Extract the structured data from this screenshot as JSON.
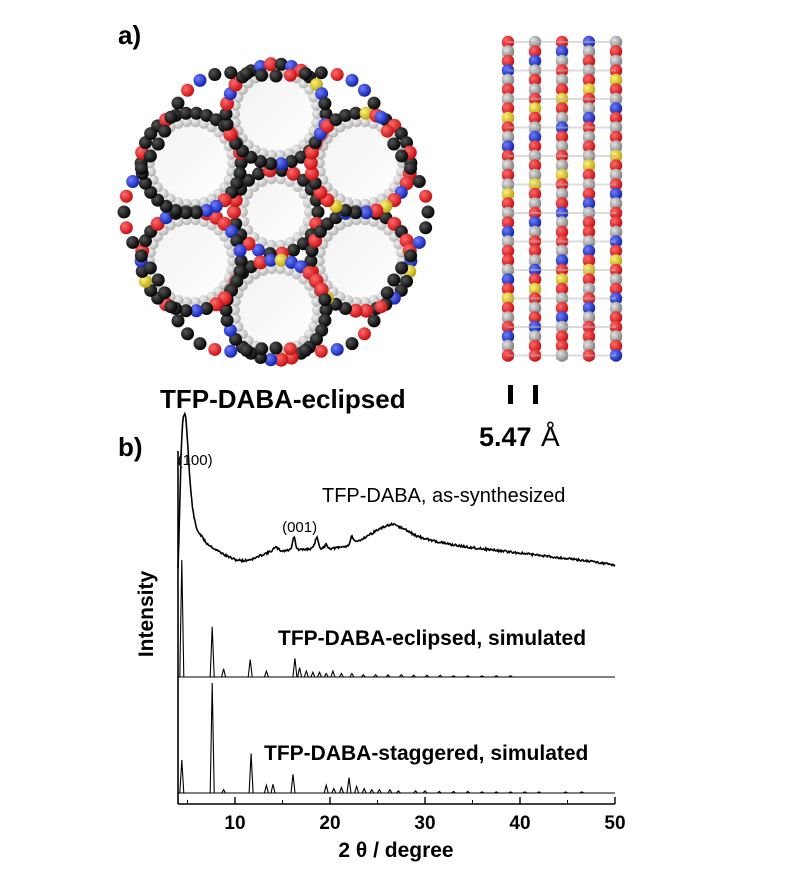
{
  "panel_a": {
    "label": "a)",
    "structure_caption": "TFP-DABA-eclipsed",
    "spacing_value": "5.47",
    "spacing_unit": "Å",
    "atom_colors": {
      "carbon": "#111111",
      "oxygen": "#e8161b",
      "nitrogen": "#1a2fd6",
      "sulfur": "#d8c31a",
      "hydrogen": "#9a9a9a"
    }
  },
  "panel_b": {
    "label": "b)"
  },
  "chart_data": {
    "type": "line",
    "title": "",
    "xlabel": "2 θ / degree",
    "ylabel": "Intensity",
    "xlim": [
      4,
      50
    ],
    "x_ticks": [
      "10",
      "20",
      "30",
      "40",
      "50"
    ],
    "x_tick_values": [
      10,
      20,
      30,
      40,
      50
    ],
    "y_ticks": [],
    "grid": false,
    "legend": "none",
    "series": [
      {
        "name": "TFP-DABA, as-synthesized",
        "kind": "measured",
        "baseline_points": [
          [
            4,
            0.95
          ],
          [
            4.35,
            0.1
          ],
          [
            4.5,
            0.0
          ],
          [
            4.8,
            0.06
          ],
          [
            5.2,
            0.3
          ],
          [
            6,
            0.5
          ],
          [
            7,
            0.62
          ],
          [
            8,
            0.68
          ],
          [
            9,
            0.73
          ],
          [
            10,
            0.77
          ],
          [
            11,
            0.78
          ],
          [
            12,
            0.76
          ],
          [
            13,
            0.72
          ],
          [
            14,
            0.69
          ],
          [
            15,
            0.69
          ],
          [
            16,
            0.68
          ],
          [
            17,
            0.68
          ],
          [
            18,
            0.67
          ],
          [
            19,
            0.67
          ],
          [
            20,
            0.67
          ],
          [
            21,
            0.66
          ],
          [
            22,
            0.64
          ],
          [
            23,
            0.6
          ],
          [
            24,
            0.55
          ],
          [
            25,
            0.5
          ],
          [
            26,
            0.46
          ],
          [
            26.5,
            0.45
          ],
          [
            27,
            0.46
          ],
          [
            28,
            0.5
          ],
          [
            29,
            0.55
          ],
          [
            30,
            0.58
          ],
          [
            32,
            0.62
          ],
          [
            34,
            0.65
          ],
          [
            36,
            0.67
          ],
          [
            38,
            0.69
          ],
          [
            40,
            0.71
          ],
          [
            42,
            0.73
          ],
          [
            44,
            0.75
          ],
          [
            46,
            0.77
          ],
          [
            48,
            0.79
          ],
          [
            50,
            0.82
          ]
        ],
        "peaks": [
          [
            4.75,
            0.6,
            0.4
          ],
          [
            14.3,
            0.03,
            0.25
          ],
          [
            16.2,
            0.12,
            0.15
          ],
          [
            18.6,
            0.1,
            0.18
          ],
          [
            19.6,
            0.04,
            0.15
          ],
          [
            22.3,
            0.07,
            0.15
          ]
        ],
        "annotations": [
          {
            "text": "(100)",
            "x": 4.75
          },
          {
            "text": "(001)",
            "x": 16.2
          }
        ]
      },
      {
        "name": "TFP-DABA-eclipsed, simulated",
        "kind": "simulated",
        "peaks": [
          [
            4.4,
            1.0
          ],
          [
            7.6,
            0.43
          ],
          [
            8.8,
            0.07
          ],
          [
            11.6,
            0.15
          ],
          [
            13.3,
            0.05
          ],
          [
            16.3,
            0.16
          ],
          [
            16.8,
            0.08
          ],
          [
            17.5,
            0.05
          ],
          [
            18.2,
            0.04
          ],
          [
            18.9,
            0.04
          ],
          [
            19.6,
            0.03
          ],
          [
            20.3,
            0.05
          ],
          [
            21.2,
            0.03
          ],
          [
            22.3,
            0.03
          ],
          [
            23.5,
            0.02
          ],
          [
            24.8,
            0.02
          ],
          [
            26.1,
            0.02
          ],
          [
            27.5,
            0.02
          ],
          [
            28.8,
            0.015
          ],
          [
            30.2,
            0.015
          ],
          [
            31.6,
            0.015
          ],
          [
            33.0,
            0.01
          ],
          [
            34.5,
            0.01
          ],
          [
            36.0,
            0.01
          ],
          [
            37.5,
            0.01
          ],
          [
            39.0,
            0.01
          ]
        ]
      },
      {
        "name": "TFP-DABA-staggered, simulated",
        "kind": "simulated",
        "peaks": [
          [
            4.4,
            0.3
          ],
          [
            7.6,
            1.0
          ],
          [
            8.8,
            0.03
          ],
          [
            11.7,
            0.36
          ],
          [
            13.3,
            0.07
          ],
          [
            14.0,
            0.08
          ],
          [
            16.1,
            0.17
          ],
          [
            19.6,
            0.07
          ],
          [
            20.4,
            0.04
          ],
          [
            21.2,
            0.05
          ],
          [
            22.0,
            0.14
          ],
          [
            22.8,
            0.06
          ],
          [
            23.6,
            0.04
          ],
          [
            24.4,
            0.03
          ],
          [
            25.2,
            0.03
          ],
          [
            26.3,
            0.03
          ],
          [
            27.2,
            0.02
          ],
          [
            29.0,
            0.02
          ],
          [
            30.0,
            0.02
          ],
          [
            31.5,
            0.015
          ],
          [
            33.0,
            0.015
          ],
          [
            34.5,
            0.015
          ],
          [
            36.0,
            0.01
          ],
          [
            37.5,
            0.01
          ],
          [
            39.0,
            0.01
          ],
          [
            40.5,
            0.01
          ],
          [
            42.0,
            0.01
          ],
          [
            44.8,
            0.01
          ],
          [
            46.5,
            0.01
          ]
        ]
      }
    ]
  }
}
